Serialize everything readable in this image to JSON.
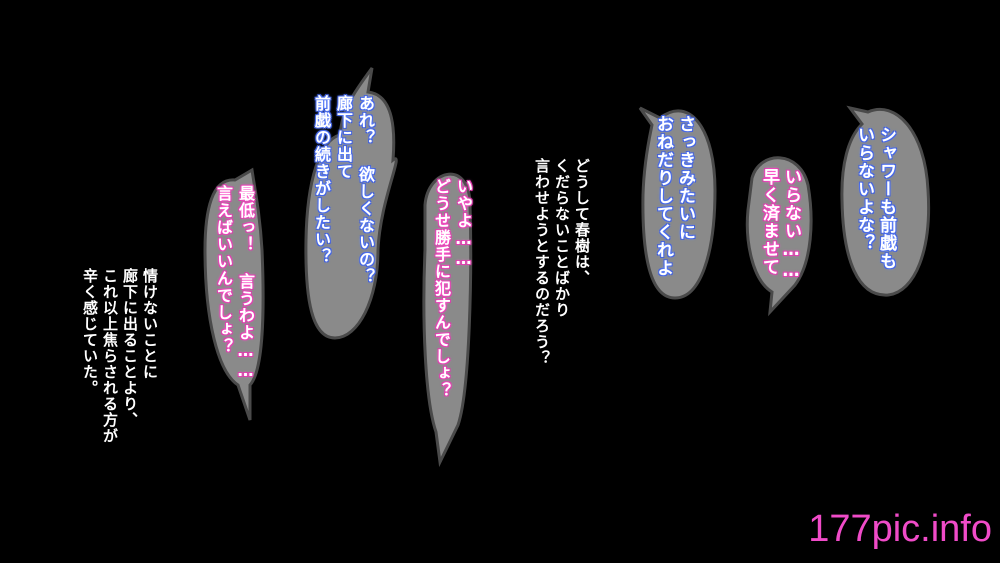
{
  "bubbles": {
    "b1": [
      "シャワーも前戯も",
      "いらないよな？"
    ],
    "b2": [
      "いらない……",
      "早く済ませて"
    ],
    "b3": [
      "さっきみたいに",
      "おねだりしてくれよ"
    ],
    "b4": [
      "いやよ……",
      "どうせ勝手に犯すんでしょ？"
    ],
    "b5": [
      "あれ？ 欲しくないの？",
      "廊下に出て",
      "前戯の続きがしたい？"
    ],
    "b6": [
      "最低っ！ 言うわよ……",
      "言えばいいんでしょ？"
    ]
  },
  "narration": {
    "n1": [
      "どうして春樹は、",
      "くだらないことばかり",
      "言わせようとするのだろう？"
    ],
    "n2": [
      "情けないことに",
      "廊下に出ることより、",
      "これ以上焦らされる方が",
      "辛く感じていた。"
    ]
  },
  "watermark": "177pic.info",
  "colors": {
    "background": "#000000",
    "bubble": "#8a8a8a",
    "bubble_edge": "#4a4a4a",
    "blue_glow": "#2f4fd6",
    "pink_glow": "#d0309f",
    "watermark": "#f04bc8"
  }
}
